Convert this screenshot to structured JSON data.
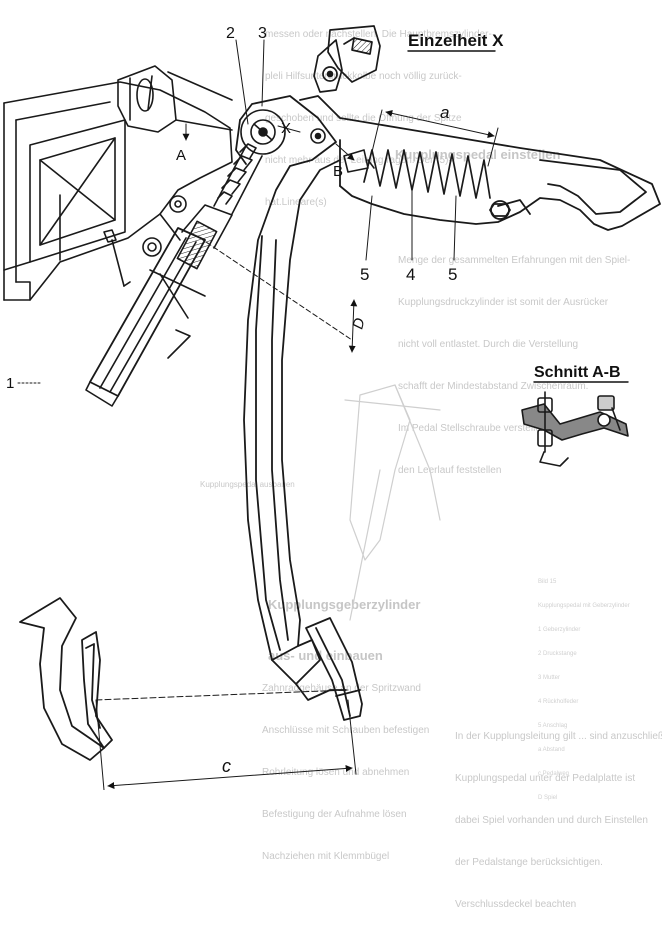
{
  "labels": {
    "detail_title": "Einzelheit X",
    "section_title": "Schnitt A-B",
    "callout_1": "1",
    "callout_2": "2",
    "callout_3": "3",
    "callout_4": "4",
    "callout_5_left": "5",
    "callout_5_right": "5",
    "dim_a": "a",
    "dim_c": "c",
    "dim_d": "D",
    "point_a": "A",
    "point_b": "B",
    "point_x": "X"
  },
  "bleed_through": {
    "top_right": [
      "messen oder nachstellen. Die Hauptbremszylinder-",
      "pleli Hilfsunterdruckkolbe noch völlig zurück-",
      "geschoben und sollte die Öffnung der Spitze",
      "nicht mehr aus der Leitung ragen. Der (5)",
      "hat.Lineare(s)"
    ],
    "mid_heading": "Kupplungspedal einstellen",
    "mid_right": [
      "Menge der gesammelten Erfahrungen mit den Spiel-",
      "Kupplungsdruckzylinder ist somit der Ausrücker",
      "nicht voll entlastet. Durch die Verstellung",
      "schafft der Mindestabstand Zwischenraum.",
      "Im Pedal Stellschraube verstellen",
      "den Leerlauf feststellen"
    ],
    "caption": "Kupplungspedal ausbauen",
    "low_heading": [
      "Kupplungsgeberzylinder",
      "aus- und einbauen"
    ],
    "legend_block": [
      "Bild 15",
      "Kupplungspedal mit Geberzylinder",
      "1 Geberzylinder",
      "2 Druckstange",
      "3 Mutter",
      "4 Rückholfeder",
      "5 Anschlag",
      "a Abstand",
      "c Pedalweg",
      "D Spiel"
    ],
    "bottom_left": [
      "Zahnradgehäuse an der Spritzwand",
      "Anschlüsse mit Schrauben befestigen",
      "Rohrleitung lösen und abnehmen",
      "Befestigung der Aufnahme lösen",
      "Nachziehen mit Klemmbügel"
    ],
    "bottom_right": [
      "In der Kupplungsleitung gilt ... sind anzuschließen",
      "Kupplungspedal unter der Pedalplatte ist",
      "dabei Spiel vorhanden und durch Einstellen",
      "der Pedalstange berücksichtigen.",
      "Verschlussdeckel beachten"
    ]
  }
}
